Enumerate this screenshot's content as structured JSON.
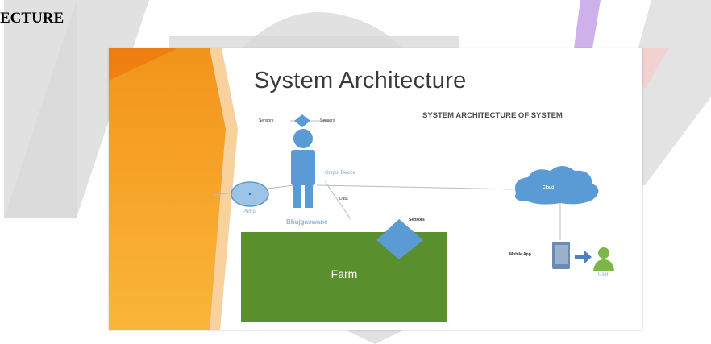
{
  "page": {
    "heading": "ECTURE"
  },
  "slide": {
    "title": "System Architecture",
    "subtitle": "SYSTEM ARCHITECTURE OF SYSTEM",
    "sensor_top_left": "Sensors",
    "sensor_top_right": "Sensors",
    "output_device": "Output Device",
    "pump": "Pump",
    "data": "Data",
    "user": "Bhujgaswane",
    "sensor_farm": "Sensors",
    "farm": "Farm",
    "cloud": "Cloud",
    "mobile_app": "Mobile App",
    "end_user": "User"
  },
  "colors": {
    "accent_orange": "#f08a16",
    "accent_yellow": "#f7b53a",
    "node_blue": "#5b9bd5",
    "farm_green": "#5a8f2e",
    "user_green": "#7ab648",
    "watermark_gray": "#d4d4d4",
    "watermark_red": "#f9c9c9",
    "watermark_purple": "#c9a8e8"
  }
}
